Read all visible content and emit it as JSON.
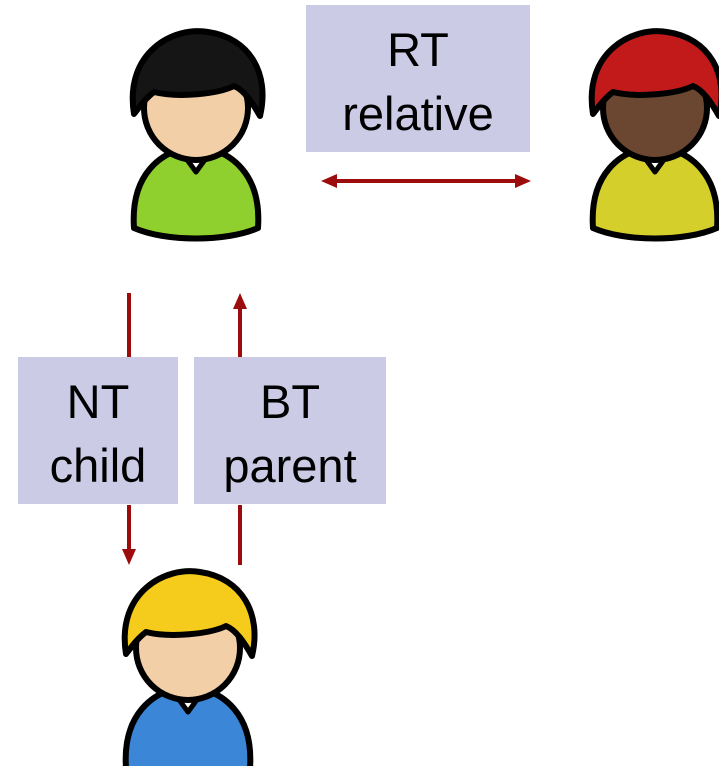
{
  "colors": {
    "label_box": "#cbcbe6",
    "arrow": "#9c0c0c",
    "outline": "#000000",
    "skin_light": "#f2cfa6",
    "skin_dark": "#6b4630",
    "hair_top": "#151515",
    "hair_right": "#c21a1a",
    "hair_bottom": "#f5cc1c",
    "shirt_top": "#8fcf2e",
    "shirt_right": "#d4cf2a",
    "shirt_bottom": "#3b86d6"
  },
  "people": {
    "top": {
      "icon": "person-icon",
      "hair": "black",
      "shirt": "green"
    },
    "right": {
      "icon": "person-icon",
      "hair": "red",
      "shirt": "yellow"
    },
    "bottom": {
      "icon": "person-icon",
      "hair": "blond",
      "shirt": "blue"
    }
  },
  "labels": {
    "relative": {
      "line1": "RT",
      "line2": "relative"
    },
    "child": {
      "line1": "NT",
      "line2": "child"
    },
    "parent": {
      "line1": "BT",
      "line2": "parent"
    }
  },
  "arrows": {
    "relative": "bidirectional",
    "child": "down",
    "parent": "up"
  }
}
